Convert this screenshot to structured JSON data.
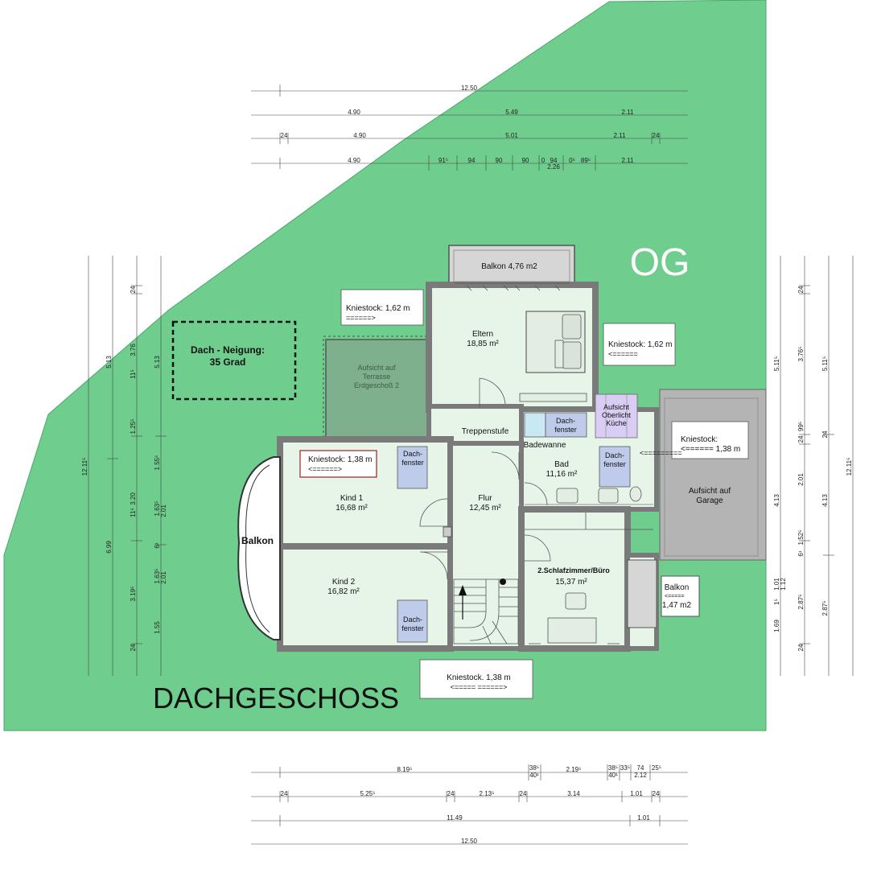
{
  "labels": {
    "og": "OG",
    "dachgeschoss": "DACHGESCHOSS",
    "dach_neigung_1": "Dach - Neigung:",
    "dach_neigung_2": "35 Grad"
  },
  "rooms": {
    "eltern_name": "Eltern",
    "eltern_area": "18,85 m²",
    "kind1_name": "Kind 1",
    "kind1_area": "16,68 m²",
    "kind2_name": "Kind 2",
    "kind2_area": "16,82 m²",
    "flur_name": "Flur",
    "flur_area": "12,45 m²",
    "bad_name": "Bad",
    "bad_area": "11,16 m²",
    "schlaf_name": "2.Schlafzimmer/Büro",
    "schlaf_area": "15,37 m²",
    "treppenstufe": "Treppenstufe",
    "badewanne": "Badewanne",
    "balkon_top": "Balkon 4,76 m2",
    "balkon_left": "Balkon",
    "balkon_right_1": "Balkon",
    "balkon_right_2": "1,47 m2"
  },
  "aufsicht": {
    "terrasse_1": "Aufsicht auf",
    "terrasse_2": "Terrasse",
    "terrasse_3": "Erdgeschoß 2",
    "oberlicht_1": "Aufsicht",
    "oberlicht_2": "Oberlicht",
    "oberlicht_3": "Küche",
    "garage_1": "Aufsicht auf",
    "garage_2": "Garage"
  },
  "dachfenster": {
    "l1": "Dach-",
    "l2": "fenster"
  },
  "kniestock": {
    "top_left_1": "Kniestock: 1,62 m",
    "top_left_2": "======>",
    "top_right_1": "Kniestock: 1,62 m",
    "top_right_2": "<======",
    "right_1": "Kniestock:",
    "right_2": "<====== 1,38 m",
    "right_arrow": "<=========",
    "kind1_1": "Kniestock: 1,38 m",
    "kind1_2": "<======>",
    "bottom_1": "Kniestock. 1,38 m",
    "bottom_2": "<===== ======>",
    "balkon_arrow": "<====="
  },
  "dims_top": {
    "r1_total": "12.50",
    "r2_a": "4.90",
    "r2_b": "5.49",
    "r2_c": "2.11",
    "r3_a": "24",
    "r3_b": "4.90",
    "r3_c": "5.01",
    "r3_d": "2.11",
    "r3_e": "24",
    "r4_a": "4.90",
    "r4_b": "91⁵",
    "r4_c": "94",
    "r4_d": "90",
    "r4_e": "90",
    "r4_f": "0",
    "r4_g": "94",
    "r4_h": "0⁵",
    "r4_i": "89⁵",
    "r4_j": "2.11",
    "r4_k": "2.26"
  },
  "dims_bottom": {
    "r1_a": "8.19⁵",
    "r1_b": "38⁵",
    "r1_b2": "40¹",
    "r1_c": "2.19⁵",
    "r1_d": "38⁵",
    "r1_d2": "40¹",
    "r1_e": "33⁵",
    "r1_f": "74",
    "r1_f2": "2.12",
    "r1_g": "25⁵",
    "r2_a": "24",
    "r2_b": "5.25⁵",
    "r2_c": "24",
    "r2_d": "2.13⁵",
    "r2_e": "24",
    "r2_f": "3.14",
    "r2_g": "1.01",
    "r2_h": "24",
    "r3_a": "11.49",
    "r3_b": "1.01",
    "r4_total": "12.50"
  },
  "dims_left": {
    "a": "5.13",
    "b": "12.11⁵",
    "c": "6.99",
    "d": "24",
    "e": "3.76",
    "f": "11⁵",
    "g": "1.25⁵",
    "h": "3.20",
    "i": "11⁵",
    "j": "3.19⁵",
    "k": "24",
    "l": "5.13",
    "m": "1.55⁵",
    "n": "1.63⁵",
    "o": "6¹",
    "p": "1.63⁵",
    "q": "1.55",
    "r": "2.01",
    "s": "2.01"
  },
  "dims_right": {
    "a": "5.11⁵",
    "b": "99⁵",
    "c": "2.01",
    "d": "4.13",
    "e": "1.52⁵",
    "f": "1.01",
    "g": "1.12",
    "h": "1⁵",
    "i": "2.87⁵",
    "j": "1.69",
    "k": "24",
    "l": "24",
    "m": "3.76⁵",
    "n": "5.11⁵",
    "o": "4.13",
    "p": "12.11⁵",
    "q": "2.87⁵",
    "r": "24",
    "s": "24",
    "t": "6¹"
  },
  "colors": {
    "roof_green": "#6FCD8E",
    "room_fill": "#E7F5E9",
    "wall": "#7A7A7A",
    "garage": "#B4B4B4",
    "terrasse": "#7FB08E",
    "oberlicht": "#D9CDF3",
    "dachfenster": "#BECBEA",
    "badewanne": "#C9E9F2"
  }
}
